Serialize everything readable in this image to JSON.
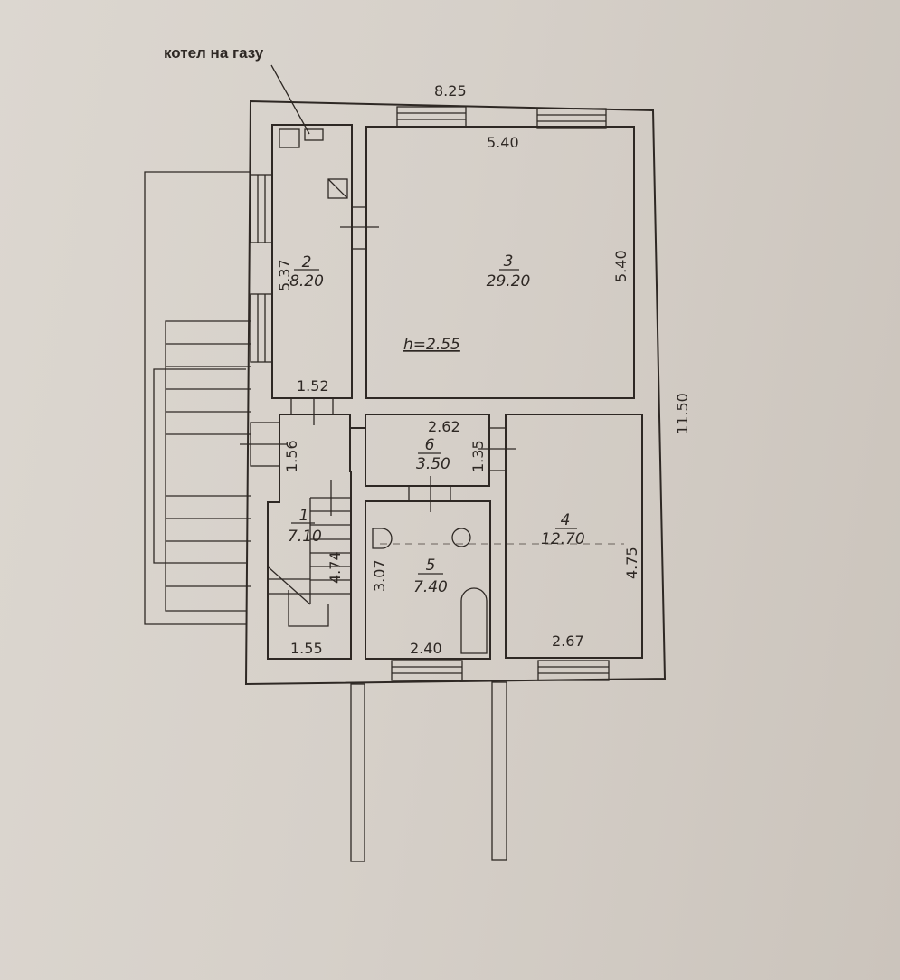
{
  "annotation": "котел на газу",
  "overall": {
    "width": "8.25",
    "length": "11.50"
  },
  "ceiling_height": "h=2.55",
  "rooms": [
    {
      "number": "1",
      "area": "7.10",
      "dims": [
        "1.56",
        "4.74",
        "1.55"
      ]
    },
    {
      "number": "2",
      "area": "8.20",
      "dims": [
        "5.37",
        "1.52"
      ]
    },
    {
      "number": "3",
      "area": "29.20",
      "dims": [
        "5.40",
        "5.40"
      ]
    },
    {
      "number": "4",
      "area": "12.70",
      "dims": [
        "4.75",
        "2.67"
      ]
    },
    {
      "number": "5",
      "area": "7.40",
      "dims": [
        "3.07",
        "2.40"
      ]
    },
    {
      "number": "6",
      "area": "3.50",
      "dims": [
        "2.62",
        "1.35"
      ]
    }
  ],
  "colors": {
    "ink": "#2e2824",
    "paper": "#d6d0c9"
  }
}
